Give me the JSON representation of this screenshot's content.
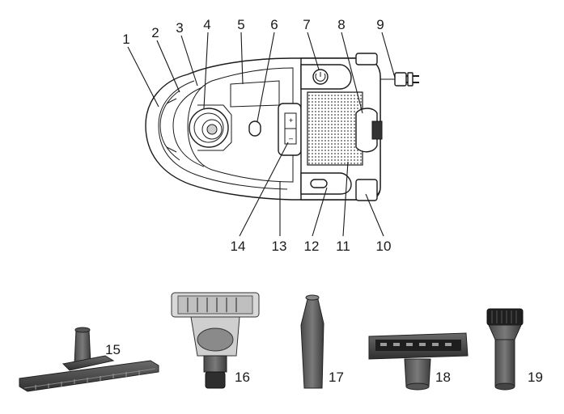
{
  "figure": {
    "callouts_top": [
      "1",
      "2",
      "3",
      "4",
      "5",
      "6",
      "7",
      "8",
      "9"
    ],
    "callouts_bottom": [
      "14",
      "13",
      "12",
      "11",
      "10"
    ],
    "accessories": [
      {
        "number": "15",
        "name": "floor-nozzle"
      },
      {
        "number": "16",
        "name": "turbo-brush"
      },
      {
        "number": "17",
        "name": "crevice-tool"
      },
      {
        "number": "18",
        "name": "upholstery-nozzle"
      },
      {
        "number": "19",
        "name": "dusting-brush"
      }
    ]
  }
}
